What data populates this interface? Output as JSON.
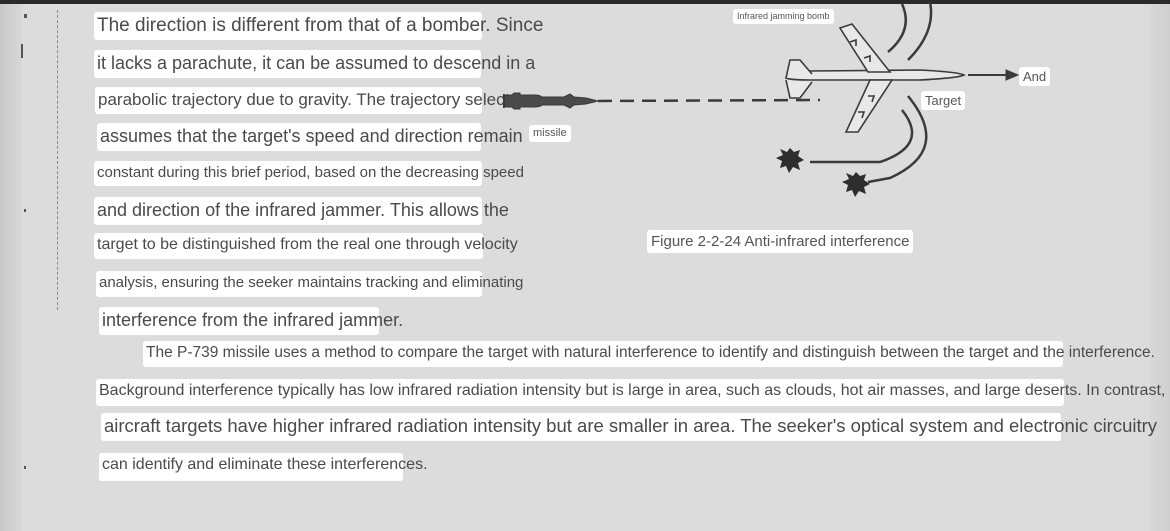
{
  "left_column_lines": [
    "The direction is different from that of a bomber. Since",
    "it lacks a parachute, it can be assumed to descend in a",
    "parabolic trajectory due to gravity. The trajectory selector",
    "assumes that the target's speed and direction remain",
    "constant during this brief period, based on the decreasing speed",
    "and direction of the infrared jammer. This allows the",
    "target to be distinguished from the real one through velocity",
    "analysis, ensuring the seeker maintains tracking and eliminating",
    "interference from the infrared jammer."
  ],
  "body_lines": [
    "The P-739 missile uses a method to compare the target with natural interference to identify and distinguish between the target and the interference.",
    "Background interference typically has low infrared radiation intensity but is large in area, such as clouds, hot air masses, and large deserts. In contrast,",
    "aircraft targets have higher infrared radiation intensity but are smaller in area. The seeker's optical system and electronic circuitry",
    "can identify and eliminate these interferences."
  ],
  "figure": {
    "labels": {
      "jamming_bomb": "Infrared jamming bomb",
      "missile": "missile",
      "target": "Target",
      "and": "And"
    },
    "caption": "Figure 2-2-24 Anti-infrared interference",
    "colors": {
      "ink": "#3a3a3a",
      "paper": "#dcdcdc"
    }
  }
}
